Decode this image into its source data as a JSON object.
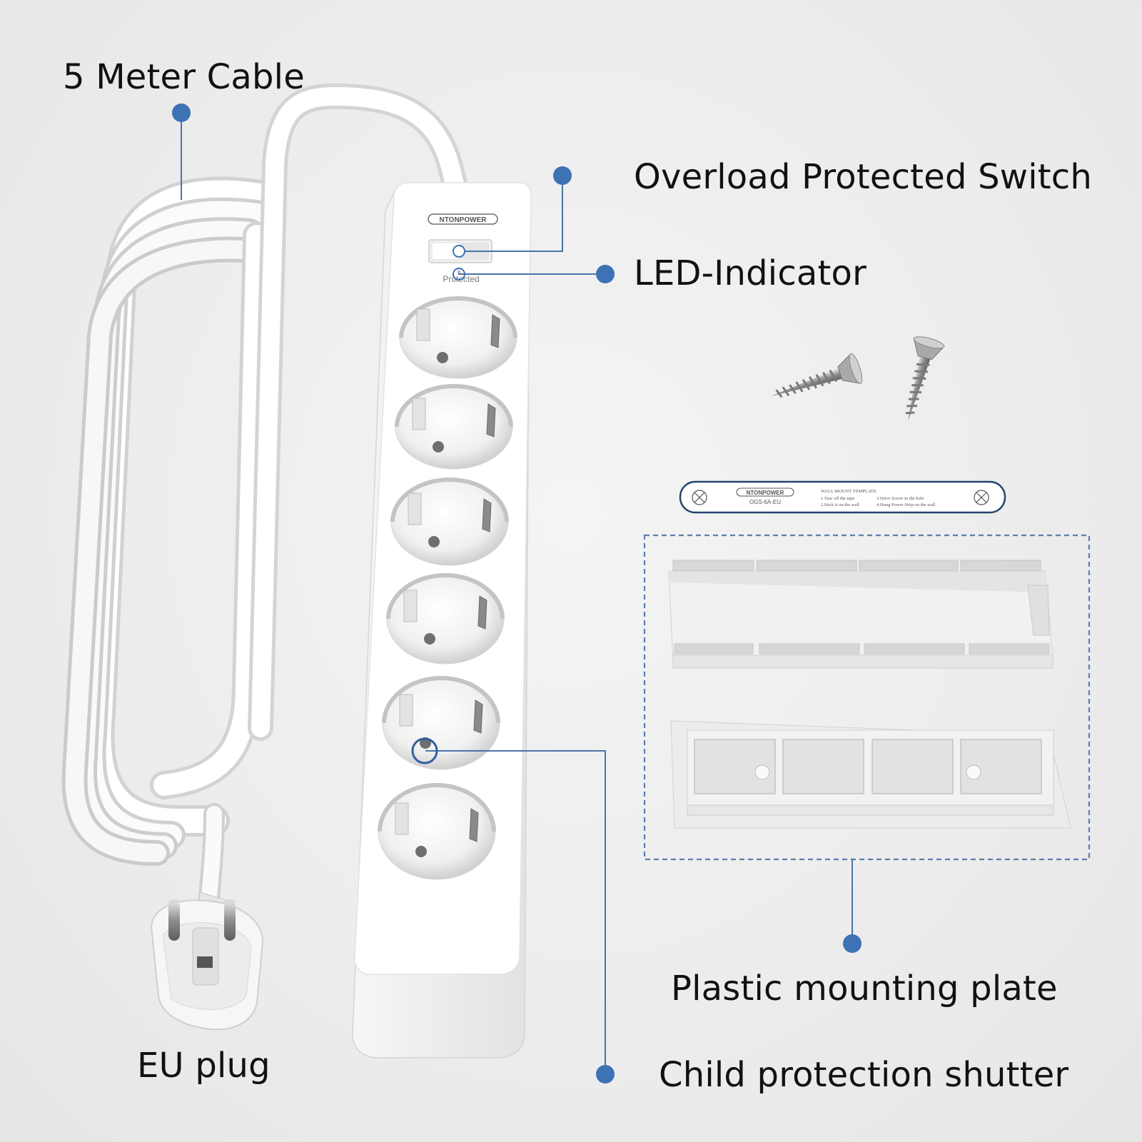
{
  "labels": {
    "cable": "5 Meter Cable",
    "switch": "Overload Protected Switch",
    "led": "LED-Indicator",
    "plug": "EU plug",
    "plate": "Plastic mounting plate",
    "shutter": "Child protection shutter"
  },
  "product": {
    "brand": "NTONPOWER",
    "indicator_text": "Protected",
    "outlet_count": 6
  },
  "template_card": {
    "brand": "NTONPOWER",
    "model": "OGS-6A-EU",
    "title": "WALL MOUNT TEMPLATE",
    "steps": [
      "1.Tear off the tape",
      "2.Stick it on the wall",
      "3.Drive Screw in the hole",
      "4.Hung Power Strip on the wall"
    ]
  },
  "colors": {
    "callout": "#3d72b4",
    "callout_line": "#4a73a8",
    "text": "#111111",
    "strip": "#ffffff",
    "outline": "#24456e"
  }
}
